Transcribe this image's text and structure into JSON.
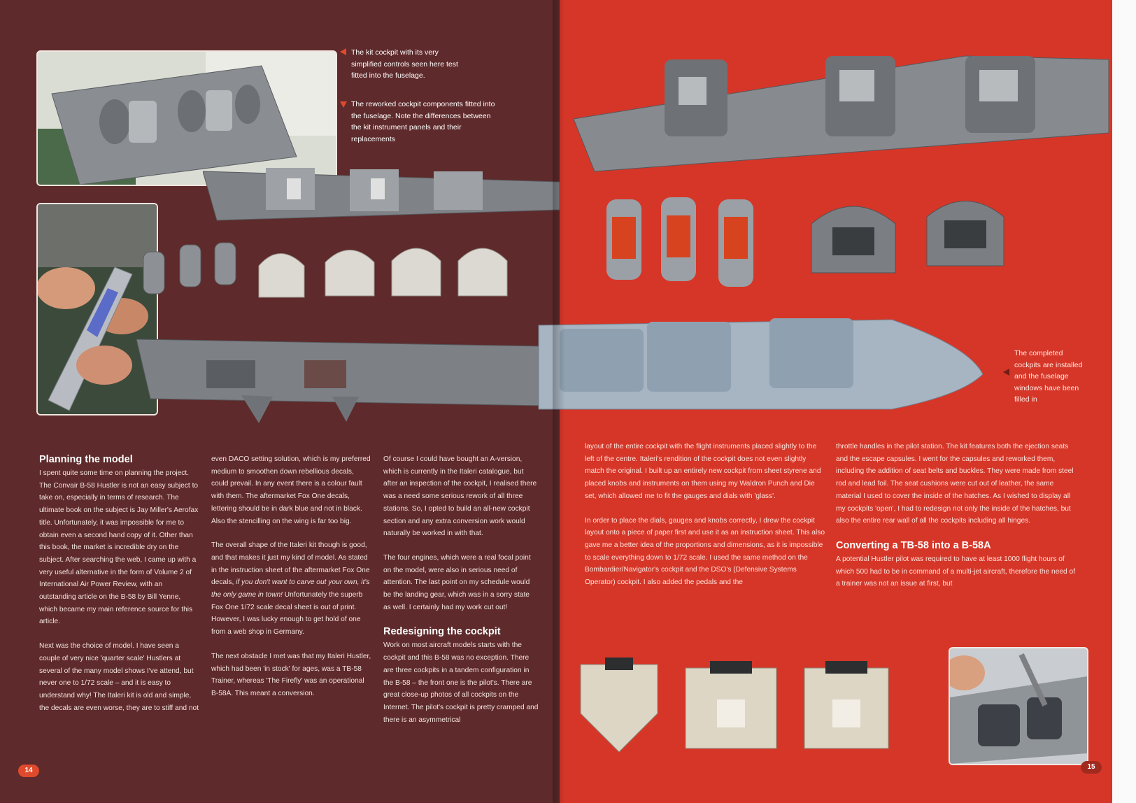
{
  "captions": {
    "kit_cockpit": "The kit cockpit with its very simplified controls seen here test fitted into the fuselage.",
    "reworked": "The reworked cockpit components fitted into the fuselage. Note the differences between the kit instrument panels and their replacements",
    "completed": "The completed cockpits are installed and the fuselage windows have been filled in"
  },
  "left": {
    "heading_planning": "Planning the model",
    "col1_p1": "I spent quite some time on planning the project. The Convair B-58 Hustler is not an easy subject to take on, especially in terms of research. The ultimate book on the subject is Jay Miller's Aerofax title. Unfortunately, it was impossible for me to obtain even a second hand copy of it. Other than this book, the market is incredible dry on the subject. After searching the web, I came up with a very useful alternative in the form of Volume 2 of International Air Power Review, with an outstanding article on the B-58 by Bill Yenne, which became my main reference source for this article.",
    "col1_p2": "Next was the choice of model. I have seen a couple of very nice 'quarter scale' Hustlers at several of the many model shows I've attend, but never one to 1/72 scale – and it is easy to understand why! The Italeri kit is old and simple, the decals are even worse, they are to stiff and not",
    "col2_p1": "even DACO setting solution, which is my preferred medium to smoothen down rebellious decals, could prevail. In any event there is a colour fault with them. The aftermarket Fox One decals, lettering should be in dark blue and not in black. Also the stencilling on the wing is far too big.",
    "col2_p2a": "The overall shape of the Italeri kit though is good, and that makes it just my kind of model. As stated in the instruction sheet of the aftermarket Fox One decals, ",
    "col2_p2_em": "if you don't want to carve out your own, it's the only game in town!",
    "col2_p2b": " Unfortunately the superb Fox One 1/72 scale decal sheet is out of print. However, I was lucky enough to get hold of one from a web shop in Germany.",
    "col2_p3": "The next obstacle I met was that my Italeri Hustler, which had been 'in stock' for ages, was a TB-58 Trainer, whereas 'The Firefly' was an operational B-58A. This meant a conversion.",
    "col3_p1": "Of course I could have bought an A-version, which is currently in the Italeri catalogue, but after an inspection of the cockpit, I realised there was a need some serious rework of all three stations. So, I opted to build an all-new cockpit section and any extra conversion work would naturally be worked in with that.",
    "col3_p2": "The four engines, which were a real focal point on the model, were also in serious need of attention. The last point on my schedule would be the landing gear, which was in a sorry state as well. I certainly had my work cut out!",
    "heading_redesign": "Redesigning the cockpit",
    "col3_p3": "Work on most aircraft models starts with the cockpit and this B-58 was no exception. There are three cockpits in a tandem configuration in the B-58 – the front one is the pilot's. There are great close-up photos of all cockpits on the Internet. The pilot's cockpit is pretty cramped and there is an asymmetrical",
    "page_number": "14"
  },
  "right": {
    "col1_p1": "layout of the entire cockpit with the flight instruments placed slightly to the left of the centre. Italeri's rendition of the cockpit does not even slightly match the original. I built up an entirely new cockpit from sheet styrene and placed  knobs and instruments on them using my Waldron Punch and Die set, which allowed me to fit the gauges and dials with 'glass'.",
    "col1_p2": "In order to place the dials, gauges and knobs correctly, I drew the cockpit layout onto a piece of paper first and use it as an instruction sheet. This also gave me a better idea of the proportions and dimensions, as it is impossible to scale everything down to 1/72 scale. I used the same method on the Bombardier/Navigator's cockpit and the DSO's (Defensive Systems Operator) cockpit. I also added the pedals and the",
    "col2_p1": "throttle handles in the pilot station. The kit features both the ejection seats and the escape capsules. I went for the capsules and reworked them, including the addition of seat belts and buckles. They were made from steel rod and lead foil. The seat cushions were cut out of leather, the same material I used to cover the inside of the hatches. As I wished to display all my cockpits 'open', I had to redesign not only the inside of the hatches, but also the entire rear wall of all the cockpits including all hinges.",
    "heading_converting": "Converting a TB-58 into a B-58A",
    "col2_p2": "A potential Hustler pilot was required to have at least 1000 flight hours of which 500 had to be in command of a multi-jet aircraft, therefore the need of a trainer was not an issue at first, but",
    "page_number": "15"
  },
  "colors": {
    "left_page": "#5e2a2b",
    "right_page": "#d63628",
    "model_grey": "#8f9296",
    "seat_red": "#d8431f",
    "accent": "#e04a2c"
  }
}
